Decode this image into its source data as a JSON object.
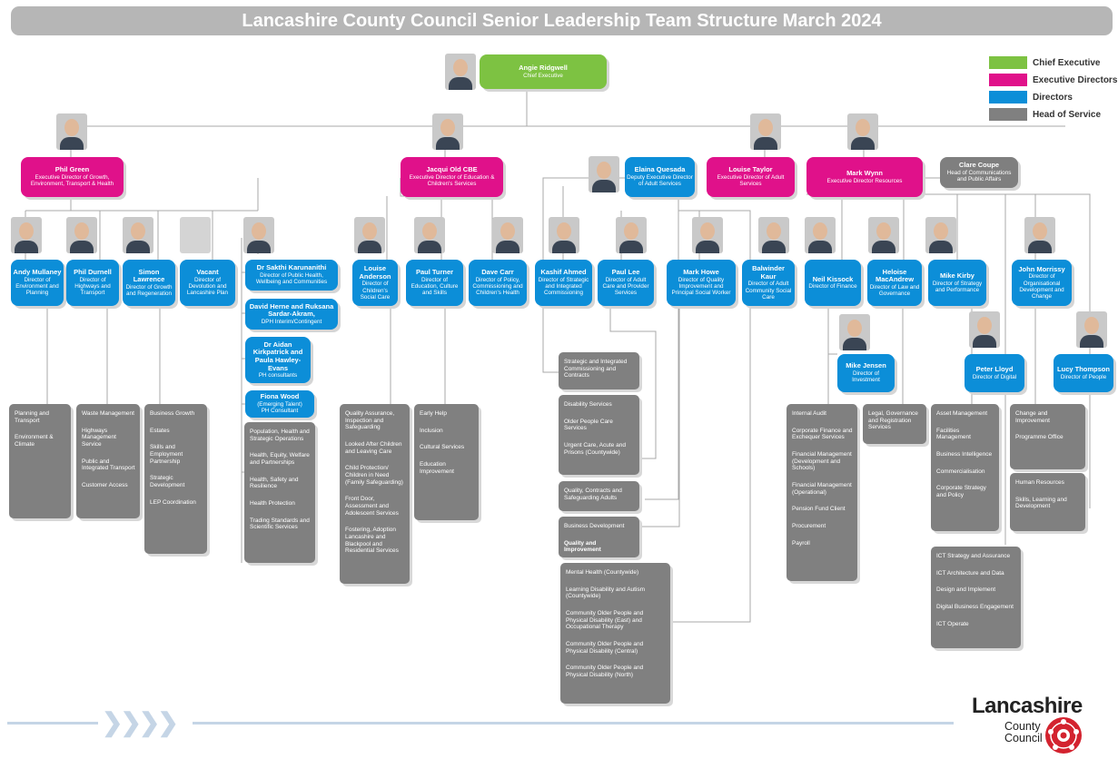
{
  "title": "Lancashire County Council Senior Leadership Team Structure March 2024",
  "legend": [
    {
      "label": "Chief Executive",
      "color": "#7dc242"
    },
    {
      "label": "Executive Directors",
      "color": "#e0118a"
    },
    {
      "label": "Directors",
      "color": "#0c8ed8"
    },
    {
      "label": "Head of Service",
      "color": "#808080"
    }
  ],
  "ceo": {
    "name": "Angie Ridgwell",
    "role": "Chief Executive"
  },
  "execs": {
    "phil_green": {
      "name": "Phil Green",
      "role": "Executive Director of Growth, Environment, Transport & Health"
    },
    "jacqui_old": {
      "name": "Jacqui Old CBE",
      "role": "Executive Director of Education & Children's Services"
    },
    "louise_taylor": {
      "name": "Louise Taylor",
      "role": "Executive Director of Adult Services"
    },
    "mark_wynn": {
      "name": "Mark Wynn",
      "role": "Executive Director Resources"
    }
  },
  "deputy": {
    "name": "Elaina Quesada",
    "role": "Deputy Executive Director of Adult Services"
  },
  "clare": {
    "name": "Clare Coupe",
    "role": "Head of Communications and Public Affairs"
  },
  "directors": {
    "andy": {
      "name": "Andy Mullaney",
      "role": "Director of Environment and Planning"
    },
    "phil_d": {
      "name": "Phil Durnell",
      "role": "Director of Highways and Transport"
    },
    "simon": {
      "name": "Simon Lawrence",
      "role": "Director of Growth and Regeneration"
    },
    "vacant": {
      "name": "Vacant",
      "role": "Director of Devolution and Lancashire Plan"
    },
    "sakthi": {
      "name": "Dr Sakthi Karunanithi",
      "role": "Director of Public Health, Wellbeing and Communities"
    },
    "david": {
      "name": "David Herne and Ruksana Sardar-Akram,",
      "role": "DPH Interim/Contingent"
    },
    "aidan": {
      "name": "Dr Aidan Kirkpatrick and Paula Hawley-Evans",
      "role": "PH consultants"
    },
    "fiona": {
      "name": "Fiona Wood",
      "sub": "(Emerging Talent)",
      "role": "PH Consultant"
    },
    "louise_a": {
      "name": "Louise Anderson",
      "role": "Director of Children's Social Care"
    },
    "paul_t": {
      "name": "Paul Turner",
      "role": "Director of Education, Culture and Skills"
    },
    "dave": {
      "name": "Dave Carr",
      "role": "Director of Policy, Commissioning and Children's Health"
    },
    "kashif": {
      "name": "Kashif Ahmed",
      "role": "Director of Strategic and Integrated Commissioning"
    },
    "paul_l": {
      "name": "Paul Lee",
      "role": "Director of Adult Care and Provider Services"
    },
    "mark_h": {
      "name": "Mark Howe",
      "role": "Director of Quality Improvement and Principal Social Worker"
    },
    "balwinder": {
      "name": "Balwinder Kaur",
      "role": "Director of Adult Community Social Care"
    },
    "neil": {
      "name": "Neil Kissock",
      "role": "Director of Finance"
    },
    "heloise": {
      "name": "Heloise MacAndrew",
      "role": "Director of Law and Governance"
    },
    "mike_k": {
      "name": "Mike Kirby",
      "role": "Director of Strategy and Performance"
    },
    "john": {
      "name": "John Morrissy",
      "role": "Director of Organisational Development and Change"
    },
    "mike_j": {
      "name": "Mike Jensen",
      "role": "Director of Investment"
    },
    "peter": {
      "name": "Peter Lloyd",
      "role": "Director of Digital"
    },
    "lucy": {
      "name": "Lucy Thompson",
      "role": "Director of People"
    }
  },
  "services": {
    "andy": [
      "Planning and Transport",
      "Environment & Climate"
    ],
    "phil_d": [
      "Waste Management",
      "Highways Management Service",
      "Public and Integrated Transport",
      "Customer Access"
    ],
    "simon": [
      "Business Growth",
      "Estates",
      "Skills and Employment Partnership",
      "Strategic Development",
      "LEP Coordination"
    ],
    "health": [
      "Population, Health and Strategic Operations",
      "Health, Equity, Welfare and Partnerships",
      "Health, Safety and Resilience",
      "Health Protection",
      "Trading Standards and Scientific Services"
    ],
    "louise_a": [
      "Quality Assurance, Inspection and Safeguarding",
      "Looked After Children and Leaving Care",
      "Child Protection/ Children in Need (Family Safeguarding)",
      "Front Door, Assessment and Adolescent Services",
      "Fostering, Adoption Lancashire and Blackpool and Residential Services"
    ],
    "paul_t": [
      "Early Help",
      "Inclusion",
      "Cultural Services",
      "Education Improvement"
    ],
    "kashif": [
      "Strategic and Integrated Commissioning and Contracts"
    ],
    "paul_l": [
      "Disability Services",
      "Older People Care Services",
      "Urgent Care, Acute and Prisons (Countywide)"
    ],
    "quality": [
      "Quality, Contracts and Safeguarding Adults"
    ],
    "mark_h": [
      "Business Development",
      "Quality and Improvement"
    ],
    "balwinder": [
      "Mental Health (Countywide)",
      "Learning Disability and Autism (Countywide)",
      "Community Older People and Physical Disability (East) and Occupational Therapy",
      "Community Older People and Physical Disability (Central)",
      "Community Older People and Physical Disability (North)"
    ],
    "neil": [
      "Internal Audit",
      "Corporate Finance and Exchequer Services",
      "Financial Management (Development and Schools)",
      "Financial Management (Operational)",
      "Pension Fund Client",
      "Procurement",
      "Payroll"
    ],
    "heloise": [
      "Legal, Governance and Registration Services"
    ],
    "mike_k": [
      "Asset Management",
      "Facilities Management",
      "Business Intelligence",
      "Commercialisation",
      "Corporate Strategy and Policy"
    ],
    "peter": [
      "ICT Strategy and Assurance",
      "ICT Architecture and Data",
      "Design and Implement",
      "Digital Business Engagement",
      "ICT Operate"
    ],
    "john": [
      "Change and Improvement",
      "Programme Office"
    ],
    "lucy": [
      "Human Resources",
      "Skills, Learning and Development"
    ]
  },
  "logo": {
    "name": "Lancashire",
    "sub": "County Council"
  }
}
